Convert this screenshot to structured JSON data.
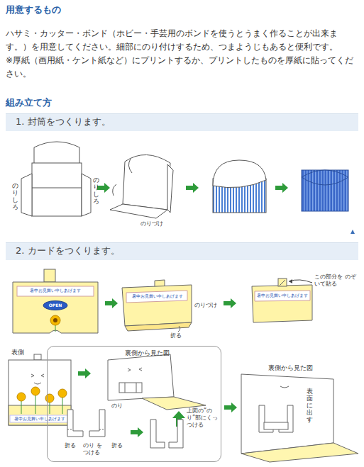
{
  "diagram": {
    "nodes": [
      {
        "text": [
          "1. 封筒をつくります。"
        ]
      },
      {
        "text": [
          "2. カードをつくります。"
        ]
      },
      {
        "text": [
          "裏側から見た図",
          "のり",
          "上図の“のり”部にくっつける",
          "折る",
          "のり をつける",
          "折る"
        ]
      }
    ],
    "labels": [
      "用意するもの",
      "ハサミ・カッター・ボンド（ホビー・手芸用のボンドを使うとうまく作ることが出来ます。）を用意してください。細部にのり付けするため、つまようじもあると便利です。",
      "※厚紙（画用紙・ケント紙など）にプリントするか、プリントしたものを厚紙に貼ってください。",
      "組み立て方",
      "のりしろ",
      "のりしろ",
      "のりづけ",
      "暑中お見舞い申しあげます",
      "OPEN",
      "暑中お見舞い申しあげます",
      "のりづけ",
      "折る",
      "暑中お見舞い申しあげます",
      "この部分を のぞいて貼る",
      "表側",
      "暑中お見舞い申しあげます",
      "裏側から見た図",
      "表面に出す"
    ]
  }
}
